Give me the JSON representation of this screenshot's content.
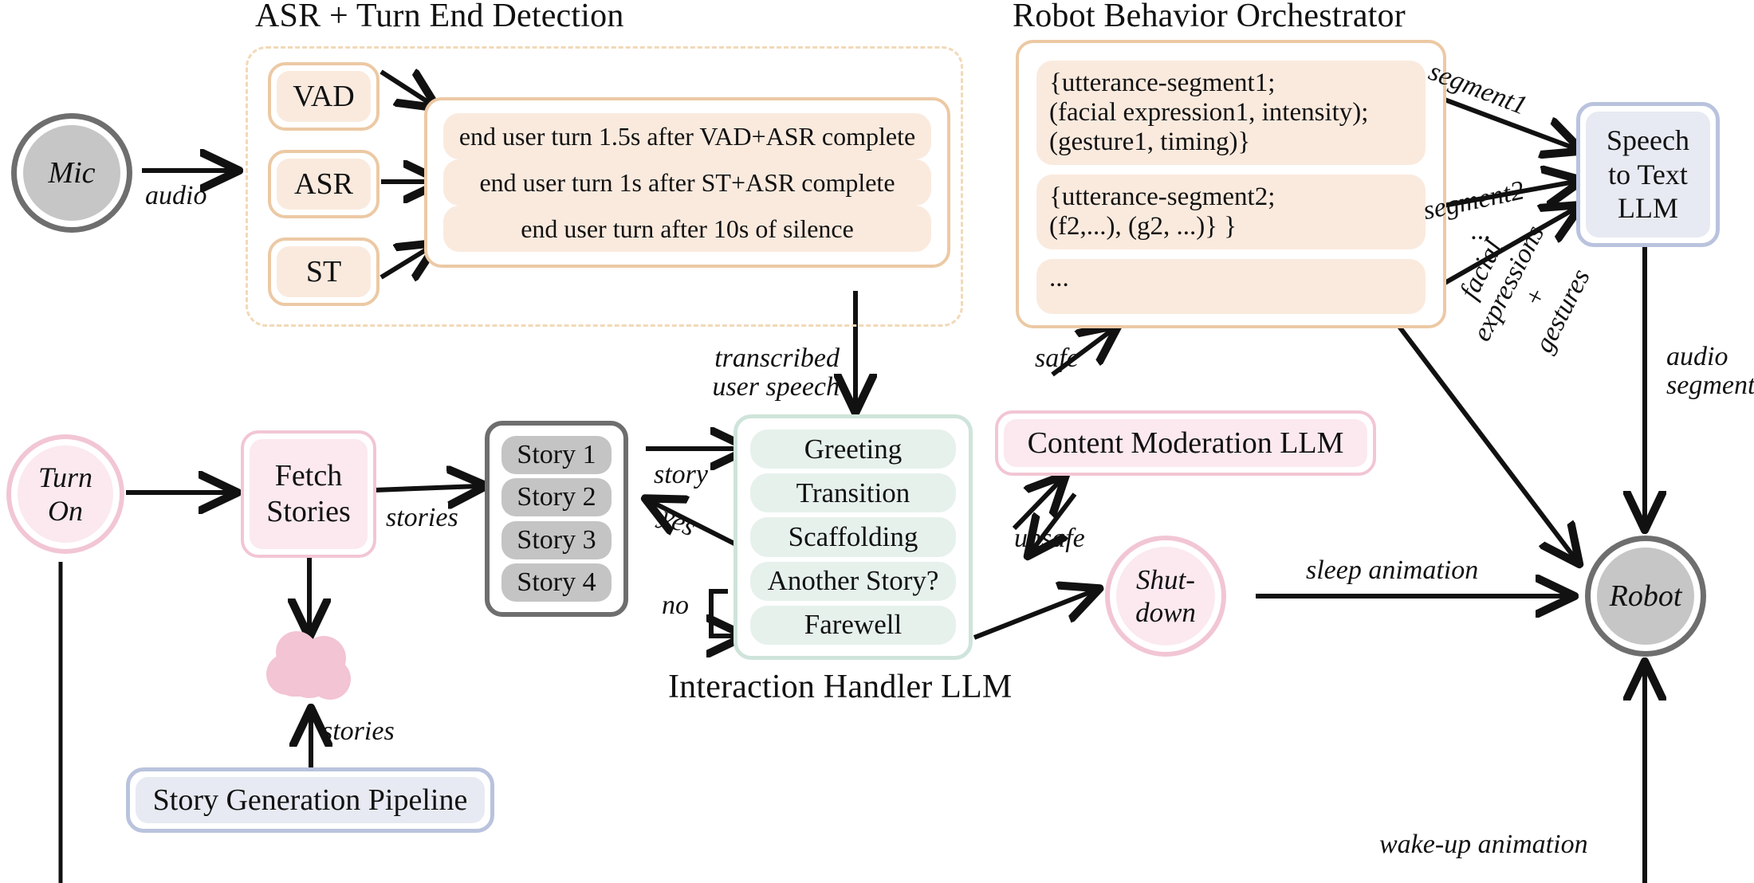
{
  "diagram": {
    "title_asr": "ASR + Turn End Detection",
    "title_orchestrator": "Robot Behavior Orchestrator",
    "caption_interaction": "Interaction Handler LLM"
  },
  "nodes": {
    "mic": "Mic",
    "vad": "VAD",
    "asr": "ASR",
    "st": "ST",
    "turn_on_line1": "Turn",
    "turn_on_line2": "On",
    "fetch_line1": "Fetch",
    "fetch_line2": "Stories",
    "speech_to_text_l1": "Speech",
    "speech_to_text_l2": "to Text",
    "speech_to_text_l3": "LLM",
    "content_moderation": "Content Moderation LLM",
    "shutdown_l1": "Shut-",
    "shutdown_l2": "down",
    "robot": "Robot",
    "story_pipeline": "Story Generation Pipeline"
  },
  "turn_end_rules": [
    "end user turn 1.5s after VAD+ASR complete",
    "end user turn 1s after ST+ASR complete",
    "end user turn after 10s of silence"
  ],
  "stories": [
    "Story 1",
    "Story 2",
    "Story 3",
    "Story 4"
  ],
  "interaction_states": [
    "Greeting",
    "Transition",
    "Scaffolding",
    "Another Story?",
    "Farewell"
  ],
  "orchestrator_segments": [
    "{utterance-segment1;\n(facial expression1, intensity);\n(gesture1, timing)}",
    "{utterance-segment2;\n(f2,...), (g2, ...)} }",
    "..."
  ],
  "edge_labels": {
    "audio": "audio",
    "transcribed_l1": "transcribed",
    "transcribed_l2": "user speech",
    "stories": "stories",
    "story": "story",
    "yes": "yes",
    "no": "no",
    "safe": "safe",
    "unsafe": "unsafe",
    "segment1": "segment1",
    "segment2": "segment2",
    "segment_ellipsis": "...",
    "facial_l1": "facial",
    "facial_l2": "expressions",
    "facial_l3": "+",
    "facial_l4": "gestures",
    "audio_seg_l1": "audio",
    "audio_seg_l2": "segment",
    "sleep_animation": "sleep animation",
    "wakeup_animation": "wake-up animation",
    "stories_cloud": "stories"
  },
  "colors": {
    "peach_border": "#ecc9a4",
    "peach_fill": "#faeade",
    "pink_border": "#f2c6d4",
    "pink_fill": "#fbe9ef",
    "blue_border": "#b9c3dd",
    "blue_fill": "#e7eaf2",
    "mint_border": "#cfe4da",
    "mint_fill": "#e6f1ec",
    "grey_border": "#6e6e6e",
    "grey_fill": "#c4c4c4",
    "cloud_pink": "#f3c4d3",
    "arrow": "#111111"
  }
}
